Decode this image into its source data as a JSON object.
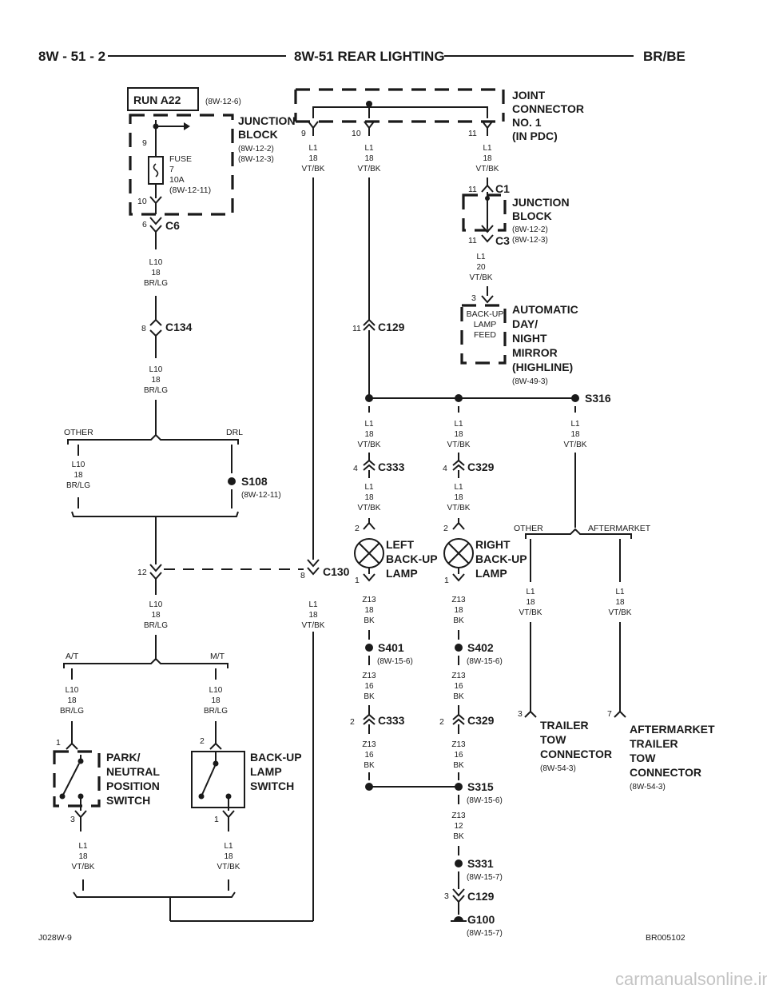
{
  "header": {
    "page_no": "8W - 51 - 2",
    "title": "8W-51 REAR LIGHTING",
    "model": "BR/BE"
  },
  "footer": {
    "left_code": "J028W-9",
    "right_code": "BR005102",
    "watermark": "carmanualsonline.info"
  },
  "components": {
    "run_a22": {
      "label": "RUN A22",
      "ref": "(8W-12-6)"
    },
    "junction_block_1": {
      "title_l1": "JUNCTION",
      "title_l2": "BLOCK",
      "ref1": "(8W-12-2)",
      "ref2": "(8W-12-3)"
    },
    "fuse": {
      "name": "FUSE",
      "number": "7",
      "rating": "10A",
      "ref": "(8W-12-11)",
      "pin_in": "9",
      "pin_out": "10"
    },
    "joint_connector": {
      "l1": "JOINT",
      "l2": "CONNECTOR",
      "l3": "NO. 1",
      "l4": "(IN PDC)"
    },
    "junction_block_2": {
      "title_l1": "JUNCTION",
      "title_l2": "BLOCK",
      "ref1": "(8W-12-2)",
      "ref2": "(8W-12-3)"
    },
    "mirror": {
      "feed_l1": "BACK-UP",
      "feed_l2": "LAMP",
      "feed_l3": "FEED",
      "l1": "AUTOMATIC",
      "l2": "DAY/",
      "l3": "NIGHT",
      "l4": "MIRROR",
      "l5": "(HIGHLINE)",
      "ref": "(8W-49-3)"
    },
    "left_lamp": {
      "l1": "LEFT",
      "l2": "BACK-UP",
      "l3": "LAMP"
    },
    "right_lamp": {
      "l1": "RIGHT",
      "l2": "BACK-UP",
      "l3": "LAMP"
    },
    "pnp_switch": {
      "l1": "PARK/",
      "l2": "NEUTRAL",
      "l3": "POSITION",
      "l4": "SWITCH"
    },
    "backup_switch": {
      "l1": "BACK-UP",
      "l2": "LAMP",
      "l3": "SWITCH"
    },
    "trailer_tow": {
      "l1": "TRAILER",
      "l2": "TOW",
      "l3": "CONNECTOR",
      "ref": "(8W-54-3)"
    },
    "aftermarket_tow": {
      "l1": "AFTERMARKET",
      "l2": "TRAILER",
      "l3": "TOW",
      "l4": "CONNECTOR",
      "ref": "(8W-54-3)"
    },
    "ground": {
      "name": "G100",
      "ref": "(8W-15-7)"
    }
  },
  "connectors": {
    "c6": "C6",
    "c134": "C134",
    "c129": "C129",
    "c130": "C130",
    "c1": "C1",
    "c3": "C3",
    "c333": "C333",
    "c329": "C329"
  },
  "splices": {
    "s108": {
      "name": "S108",
      "ref": "(8W-12-11)"
    },
    "s316": {
      "name": "S316"
    },
    "s401": {
      "name": "S401",
      "ref": "(8W-15-6)"
    },
    "s402": {
      "name": "S402",
      "ref": "(8W-15-6)"
    },
    "s315": {
      "name": "S315",
      "ref": "(8W-15-6)"
    },
    "s331": {
      "name": "S331",
      "ref": "(8W-15-7)"
    }
  },
  "options": {
    "other": "OTHER",
    "drl": "DRL",
    "at": "A/T",
    "mt": "M/T",
    "aftermarket": "AFTERMARKET"
  },
  "wires": {
    "l10": {
      "circuit": "L10",
      "gauge": "18",
      "color": "BR/LG"
    },
    "l1": {
      "circuit": "L1",
      "gauge": "18",
      "color": "VT/BK"
    },
    "l1_20": {
      "circuit": "L1",
      "gauge": "20",
      "color": "VT/BK"
    },
    "z13_18": {
      "circuit": "Z13",
      "gauge": "18",
      "color": "BK"
    },
    "z13_16": {
      "circuit": "Z13",
      "gauge": "16",
      "color": "BK"
    },
    "z13_12": {
      "circuit": "Z13",
      "gauge": "12",
      "color": "BK"
    }
  },
  "pins": {
    "p1": "1",
    "p2": "2",
    "p3": "3",
    "p4": "4",
    "p6": "6",
    "p7": "7",
    "p8": "8",
    "p9": "9",
    "p10": "10",
    "p11": "11",
    "p12": "12"
  }
}
